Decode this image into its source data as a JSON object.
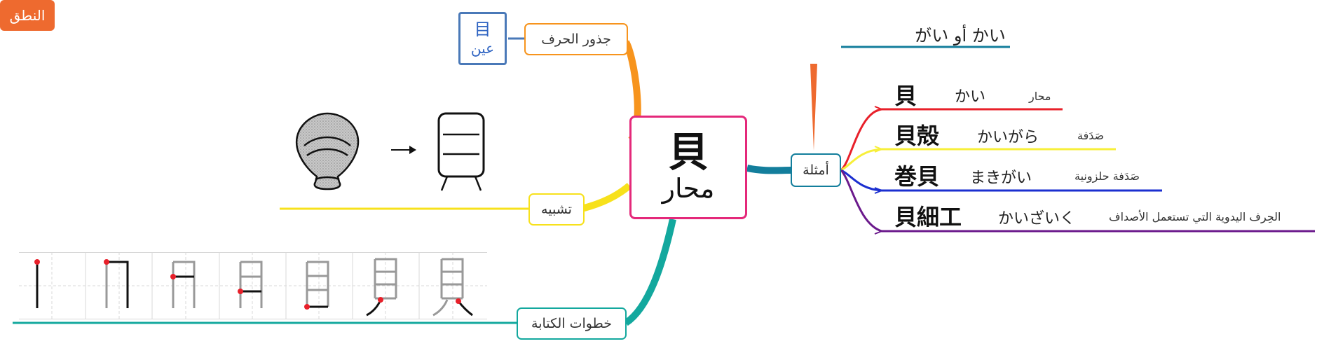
{
  "center": {
    "kanji": "貝",
    "meaning": "محار"
  },
  "branches": {
    "radical": {
      "label": "جذور الحرف",
      "kanji": "目",
      "meaning": "عين"
    },
    "analogy": {
      "label": "تشبيه"
    },
    "writing": {
      "label": "خطوات الكتابة"
    },
    "examples": {
      "label": "أمثلة"
    }
  },
  "reading": {
    "label": "النطق",
    "value": "かい أو がい"
  },
  "examples": [
    {
      "kanji": "貝",
      "kana": "かい",
      "meaning": "محار",
      "color": "#e8202a"
    },
    {
      "kanji": "貝殻",
      "kana": "かいがら",
      "meaning": "صَدَفة",
      "color": "#f7ef3a"
    },
    {
      "kanji": "巻貝",
      "kana": "まきがい",
      "meaning": "صَدَفة حلزونية",
      "color": "#1b2fd0"
    },
    {
      "kanji": "貝細工",
      "kana": "かいざいく",
      "meaning": "الحِرف اليدوية التي تستعمل الأصداف",
      "color": "#6b1a8c"
    }
  ],
  "colors": {
    "radical_branch": "#f7941d",
    "analogy_branch": "#f7e11c",
    "writing_branch": "#13a89e",
    "examples_branch": "#137e9c",
    "reading_line": "#137e9c",
    "center_border": "#e4287a"
  },
  "icons": [
    "seashell-illustration",
    "arrow-right-icon",
    "shell-pictogram"
  ],
  "stroke_steps_count": 7
}
